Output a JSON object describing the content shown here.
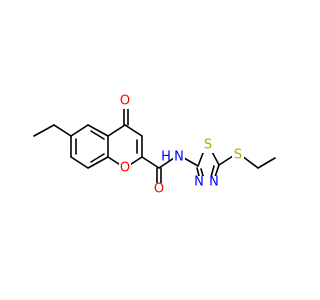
{
  "structure": {
    "atoms": {
      "oxygen_carbonyl": "O",
      "oxygen_ring": "O",
      "oxygen_amide": "O",
      "nitrogen_amide": "N",
      "hydrogen_amide": "H",
      "sulfur_ring": "S",
      "sulfur_thio": "S",
      "nitrogen_ring_left": "N",
      "nitrogen_ring_right": "N"
    },
    "colors": {
      "bond": "#000000",
      "oxygen": "#ff0000",
      "nitrogen": "#0000ff",
      "sulfur": "#b8a600"
    }
  }
}
